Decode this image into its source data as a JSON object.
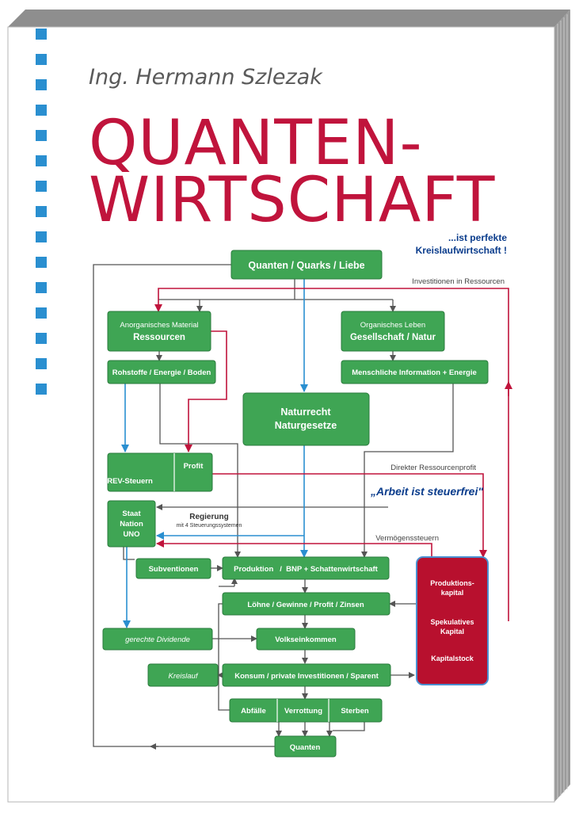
{
  "author": "Ing. Hermann Szlezak",
  "title_line1": "QUANTEN-",
  "title_line2": "WIRTSCHAFT",
  "subtitle_line1": "...ist perfekte",
  "subtitle_line2": "Kreislaufwirtschaft !",
  "colors": {
    "title_red": "#c0143c",
    "box_green": "#3fa554",
    "box_red": "#b8102e",
    "arrow_blue": "#2a8fd0",
    "arrow_red": "#c0143c",
    "subtitle_blue": "#0a3c8c"
  },
  "diagram": {
    "quanten_top": "Quanten / Quarks / Liebe",
    "investitionen": "Investitionen in Ressourcen",
    "anorg_line1": "Anorganisches Material",
    "anorg_line2": "Ressourcen",
    "org_line1": "Organisches Leben",
    "org_line2": "Gesellschaft / Natur",
    "rohstoffe": "Rohstoffe / Energie / Boden",
    "menschlich": "Menschliche Information + Energie",
    "naturrecht_line1": "Naturrecht",
    "naturrecht_line2": "Naturgesetze",
    "profit": "Profit",
    "rev": "REV-Steuern",
    "direkter": "Direkter Ressourcenprofit",
    "arbeit": "„Arbeit ist steuerfrei\"",
    "staat_line1": "Staat",
    "staat_line2": "Nation",
    "staat_line3": "UNO",
    "regierung": "Regierung",
    "steuersysteme": "mit 4 Steuerungssystemen",
    "vermoegen": "Vermögenssteuern",
    "subventionen": "Subventionen",
    "produktion": "Produktion   /  BNP + Schattenwirtschaft",
    "loehne": "Löhne / Gewinne / Profit / Zinsen",
    "dividende": "gerechte Dividende",
    "volkseinkommen": "Volkseinkommen",
    "kreislauf": "Kreislauf",
    "konsum": "Konsum / private Investitionen / Sparent",
    "abfaelle": "Abfälle",
    "verrottung": "Verrottung",
    "sterben": "Sterben",
    "quanten_bottom": "Quanten",
    "kapital_1a": "Produktions-",
    "kapital_1b": "kapital",
    "kapital_2a": "Spekulatives",
    "kapital_2b": "Kapital",
    "kapital_3": "Kapitalstock"
  }
}
